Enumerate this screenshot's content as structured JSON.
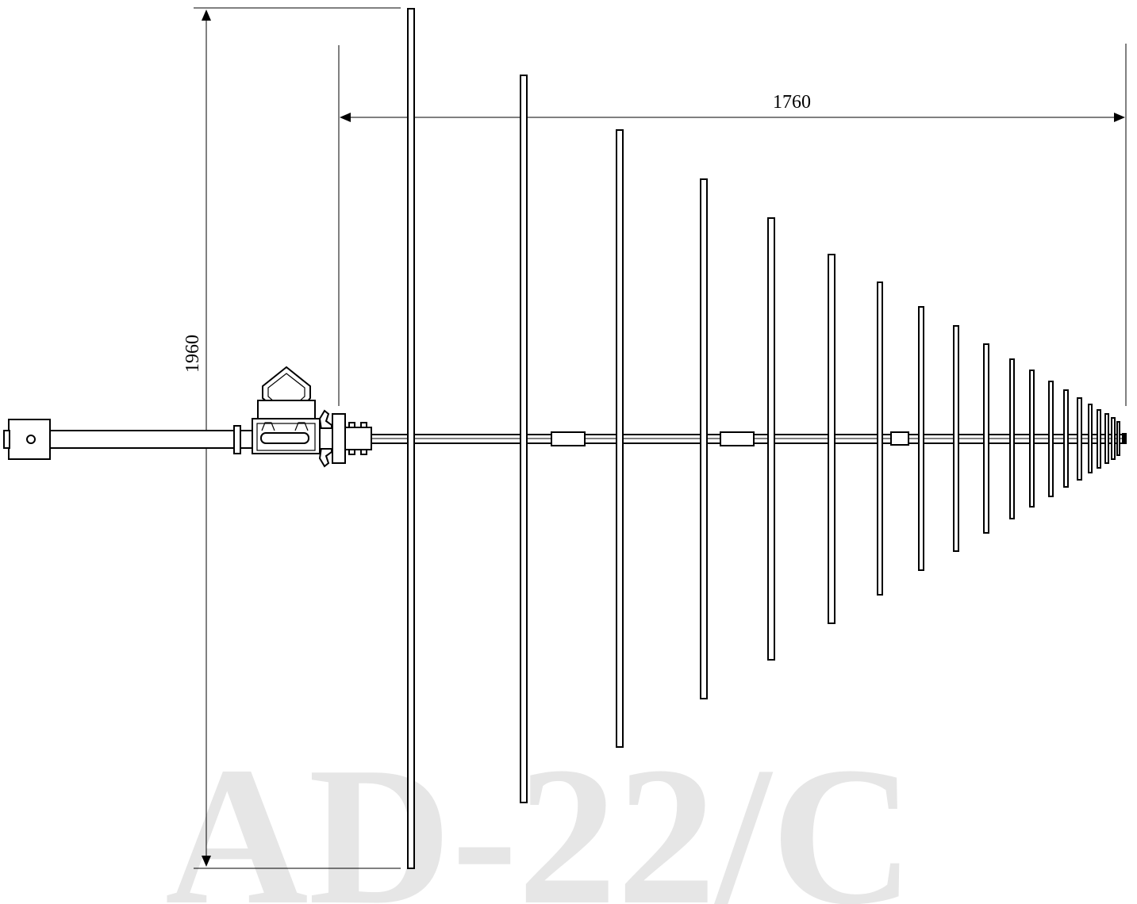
{
  "watermark": {
    "text": "AD-22/C",
    "color": "#e6e6e6"
  },
  "dimensions": {
    "height_label": "1960",
    "length_label": "1760"
  },
  "colors": {
    "line": "#000000",
    "background": "#ffffff"
  }
}
